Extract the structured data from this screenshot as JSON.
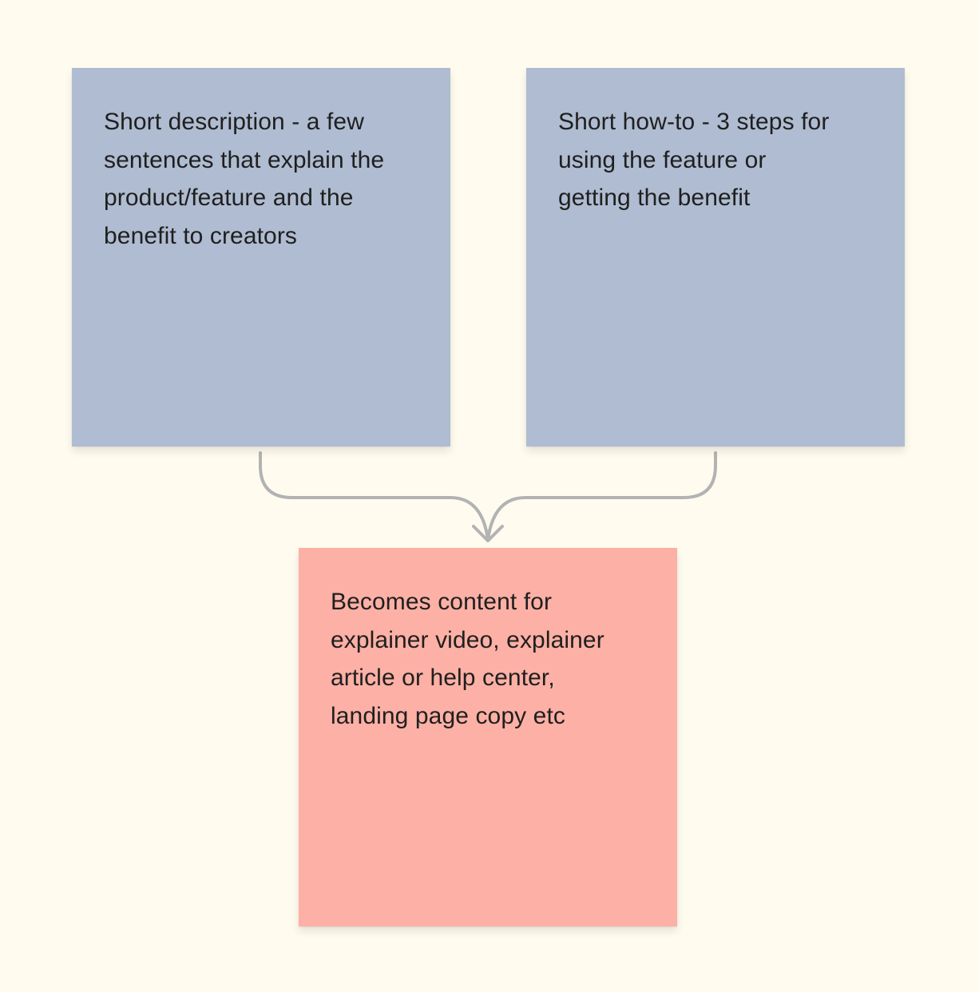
{
  "notes": {
    "left": {
      "text": "Short description - a few\nsentences that explain the\nproduct/feature and the\nbenefit to creators",
      "color": "#afbcd1"
    },
    "right": {
      "text": "Short how-to - 3 steps for\nusing the feature or\ngetting the benefit",
      "color": "#afbcd1"
    },
    "bottom": {
      "text": "Becomes content for\nexplainer video, explainer\narticle or help center,\nlanding page copy etc",
      "color": "#fdb0a5"
    }
  },
  "canvas": {
    "background": "#fffcef"
  },
  "connector": {
    "color": "#b3b3b3",
    "from": [
      "left",
      "right"
    ],
    "to": "bottom"
  }
}
